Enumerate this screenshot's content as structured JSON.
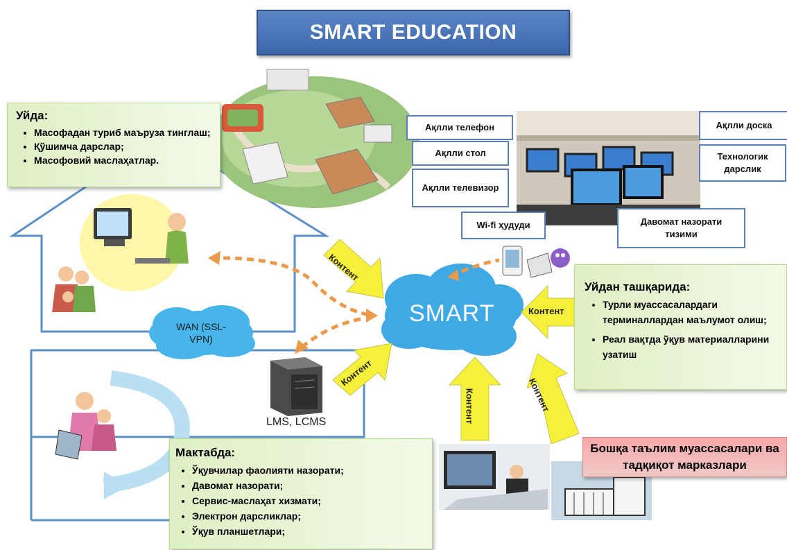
{
  "title": "SMART EDUCATION",
  "home": {
    "heading": "Уйда:",
    "items": [
      "Масофадан туриб маъруза тинглаш;",
      "Қўшимча дарслар;",
      "Масофовий маслаҳатлар."
    ]
  },
  "devices": {
    "phone": "Ақлли телефон",
    "desk": "Ақлли стол",
    "tv": "Ақлли телевизор",
    "board": "Ақлли доска",
    "textbook": "Технологик дарслик",
    "wifi": "Wi-fi ҳудуди",
    "attendance": "Давомат назорати тизими"
  },
  "cloud": {
    "smart": "SMART",
    "wan": "WAN (SSL-VPN)"
  },
  "server_label": "LMS, LCMS",
  "arrow_label": "Контент",
  "outside": {
    "heading": "Уйдан ташқарида:",
    "items": [
      "Турли муассасалардаги терминаллардан маълумот олиш;",
      "Реал вақтда ўқув материалларини узатиш"
    ]
  },
  "school": {
    "heading": "Мактабда:",
    "items": [
      "Ўқувчилар фаолияти назорати;",
      "Давомат назорати;",
      "Сервис-маслаҳат хизмати;",
      "Электрон дарсликлар;",
      "Ўқув планшетлари;"
    ]
  },
  "other_institutions": "Бошқа таълим муассасалари ва тадқиқот марказлари",
  "colors": {
    "title_bg": "#4a76b8",
    "cloud": "#3fa9e6",
    "arrow": "#f5f03a",
    "house_outline": "#5a8fc8",
    "red_box": "#f4b2b2"
  }
}
